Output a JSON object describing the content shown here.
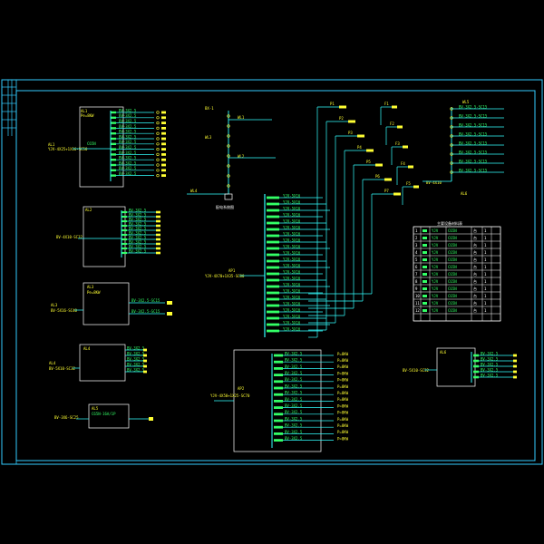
{
  "colors": {
    "background": "#000000",
    "frame": "#33ccff",
    "wire": "#33ffff",
    "box": "#ffffff",
    "label": "#ffff33",
    "breaker": "#33ff66"
  },
  "top_center": {
    "title": "配电系统图",
    "tags": [
      "BX-1",
      "WL1",
      "WL2",
      "WL3",
      "WL4",
      "WL5"
    ]
  },
  "right_table": {
    "title": "主要设备材料表"
  },
  "panels": {
    "p1": {
      "name": "AL1",
      "cable": "YJV-4X25+1X16-SC50"
    },
    "p2": {
      "name": "AL2",
      "cable": "BV-4X10-SC32"
    },
    "p3": {
      "name": "AL3",
      "cable": "BV-5X16-SC40"
    },
    "p4": {
      "name": "AL4",
      "cable": "BV-5X10-SC32"
    },
    "p5": {
      "name": "AL5",
      "cable": "BV-3X6-SC25"
    },
    "main": {
      "name": "AP1",
      "cable": "YJV-4X70+1X35-SC80"
    },
    "bottom": {
      "name": "AP2",
      "cable": "YJV-4X50+1X25-SC70"
    },
    "right_small": {
      "name": "AL6",
      "cable": "BV-5X10-SC32"
    }
  },
  "labels": {
    "circuit": "BV-3X2.5-SC15",
    "breaker": "C65N-16A/1P",
    "power": "P=8KW",
    "feeder": "WL"
  }
}
